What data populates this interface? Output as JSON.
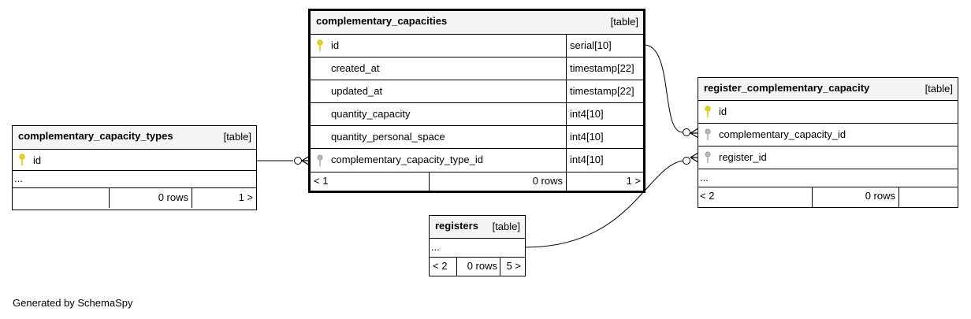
{
  "tables": {
    "types": {
      "name": "complementary_capacity_types",
      "kind": "[table]",
      "columns": [
        {
          "name": "id",
          "key": "primary"
        }
      ],
      "ellipsis": "...",
      "footer": {
        "left": "",
        "rows": "0 rows",
        "right": "1 >"
      }
    },
    "capacities": {
      "name": "complementary_capacities",
      "kind": "[table]",
      "columns": [
        {
          "name": "id",
          "type": "serial[10]",
          "key": "primary"
        },
        {
          "name": "created_at",
          "type": "timestamp[22]",
          "key": ""
        },
        {
          "name": "updated_at",
          "type": "timestamp[22]",
          "key": ""
        },
        {
          "name": "quantity_capacity",
          "type": "int4[10]",
          "key": ""
        },
        {
          "name": "quantity_personal_space",
          "type": "int4[10]",
          "key": ""
        },
        {
          "name": "complementary_capacity_type_id",
          "type": "int4[10]",
          "key": "foreign"
        }
      ],
      "footer": {
        "left": "< 1",
        "rows": "0 rows",
        "right": "1 >"
      }
    },
    "register_cc": {
      "name": "register_complementary_capacity",
      "kind": "[table]",
      "columns": [
        {
          "name": "id",
          "key": "primary"
        },
        {
          "name": "complementary_capacity_id",
          "key": "foreign"
        },
        {
          "name": "register_id",
          "key": "foreign"
        }
      ],
      "ellipsis": "...",
      "footer": {
        "left": "< 2",
        "rows": "0 rows",
        "right": ""
      }
    },
    "registers": {
      "name": "registers",
      "kind": "[table]",
      "ellipsis": "...",
      "footer": {
        "left": "< 2",
        "rows": "0 rows",
        "right": "5 >"
      }
    }
  },
  "colors": {
    "primary_key": "#e8d800",
    "foreign_key": "#b8b8b8",
    "header_bg": "#f4f4f4"
  },
  "icons": {
    "primary": "key-icon",
    "foreign": "foreign-key-icon"
  },
  "credit": "Generated by SchemaSpy"
}
